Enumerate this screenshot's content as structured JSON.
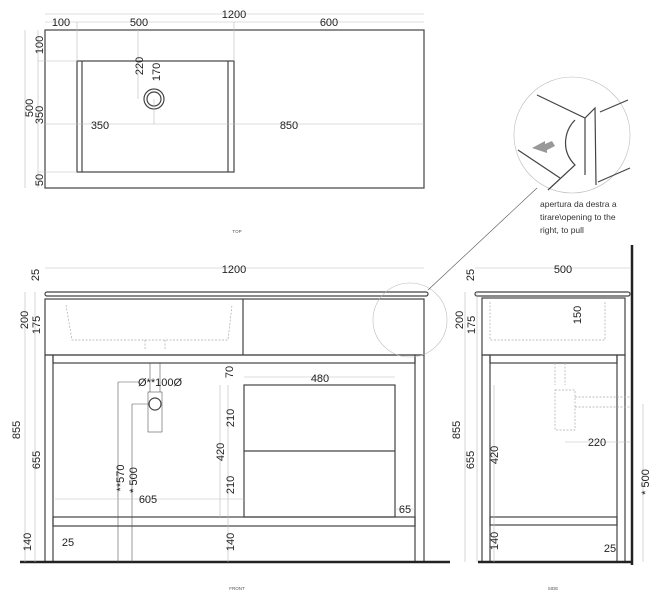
{
  "views": {
    "top": "TOP",
    "front": "FRONT",
    "side": "SIDE"
  },
  "top_dims": {
    "total_width": "1200",
    "left_margin": "100",
    "basin_width": "500",
    "right_part": "600",
    "depth": "500",
    "back_margin": "100",
    "basin_depth": "350",
    "front_margin": "50",
    "drain_from_back": "220",
    "drain_offset": "170",
    "drain_x": "350",
    "drain_to_right": "850"
  },
  "front_dims": {
    "total_width": "1200",
    "top_thickness": "25",
    "height_total": "855",
    "cabinet_height": "200",
    "cabinet_inner": "175",
    "leg_height": "655",
    "base_height": "140",
    "leg_foot": "25",
    "drawer_gap": "70",
    "drawer_width": "480",
    "drawer_upper": "210",
    "drawer_lower": "210",
    "drawer_total": "420",
    "base_height_center": "140",
    "drain_height_a": "**570",
    "drain_height_b": "* 500",
    "drain_diameter": "Ø**100Ø",
    "drawer_offset": "605",
    "drawer_side_gap": "65"
  },
  "side_dims": {
    "depth": "500",
    "top_thickness": "25",
    "cabinet_height": "200",
    "cabinet_inner": "175",
    "basin_depth": "150",
    "height_total": "855",
    "leg_height": "655",
    "drawer_total": "420",
    "trap_distance": "220",
    "trap_height": "* 500",
    "base_height": "140",
    "foot_offset": "25"
  },
  "detail_note": [
    "apertura da destra a",
    "tirare\\opening to the",
    "right, to pull"
  ]
}
